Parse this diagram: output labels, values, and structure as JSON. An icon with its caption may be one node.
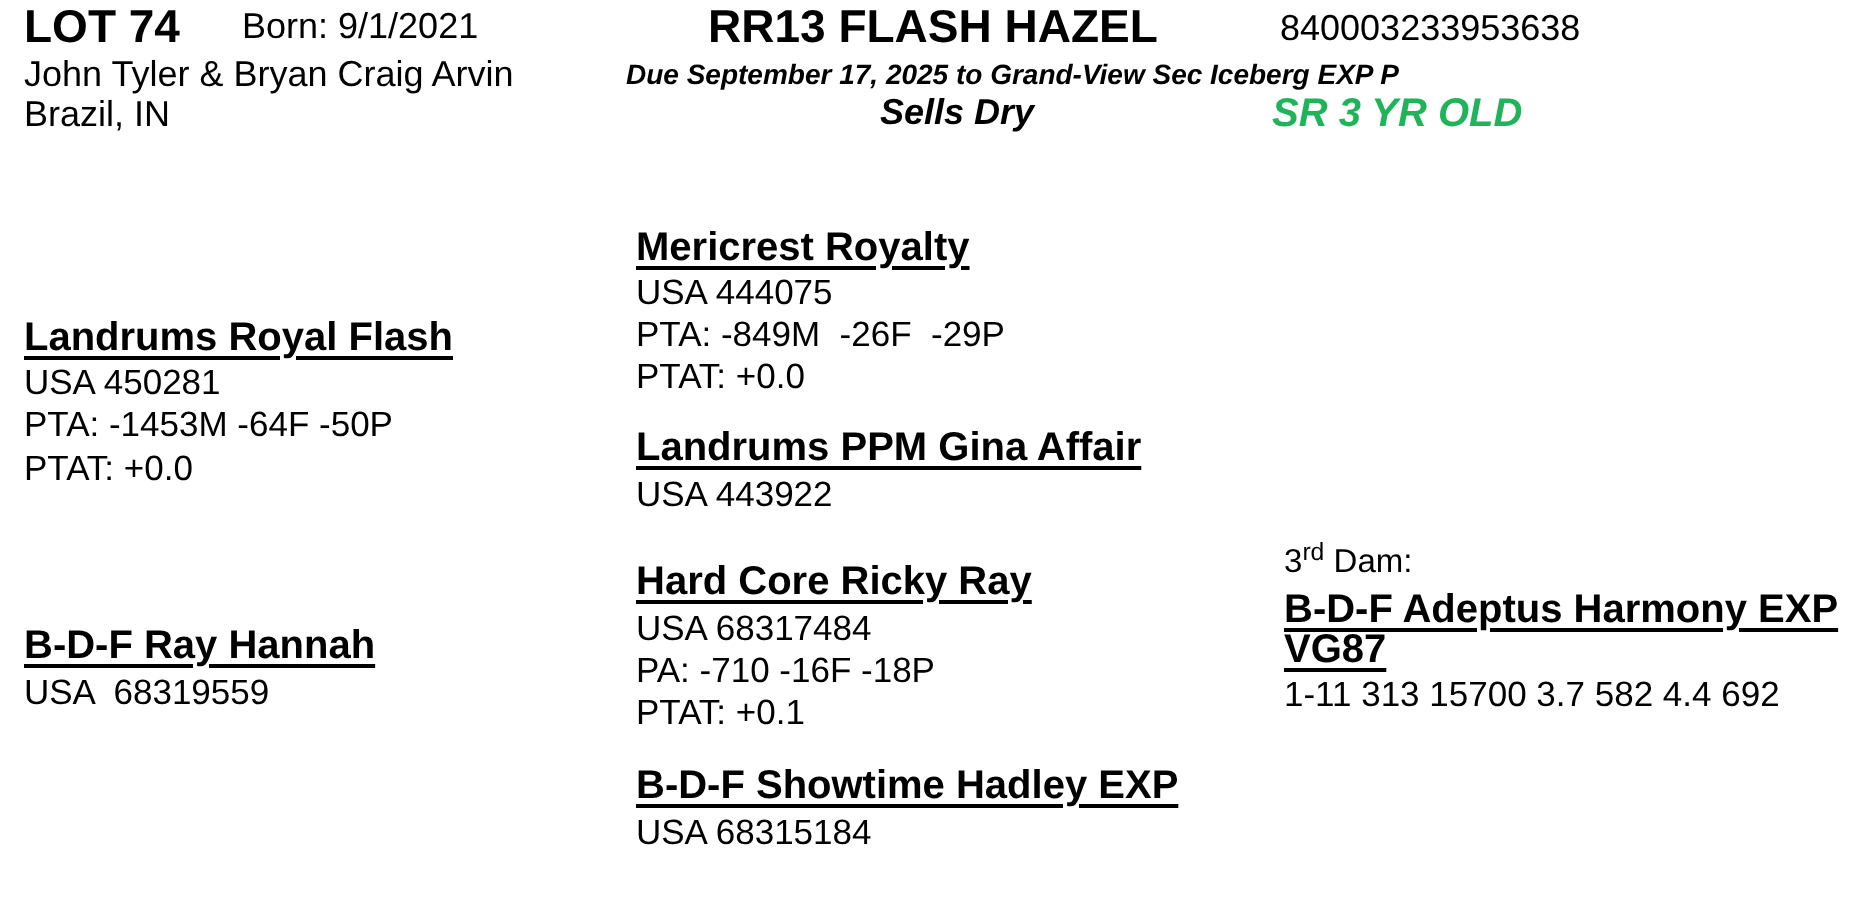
{
  "diagram": {
    "title": "RR13 FLASH HAZEL",
    "labels": [
      "LOT 74",
      "Born: 9/1/2021",
      "840003233953638",
      "John Tyler & Bryan Craig Arvin",
      "Due September 17, 2025 to Grand-View Sec Iceberg EXP P",
      "Brazil, IN",
      "Sells Dry",
      "SR 3 YR OLD",
      "Landrums Royal Flash",
      "USA 450281",
      "PTA: -1453M -64F -50P",
      "PTAT: +0.0",
      "B-D-F Ray Hannah",
      "USA  68319559",
      "Mericrest Royalty",
      "USA 444075",
      "PTA: -849M  -26F  -29P",
      "PTAT: +0.0",
      "Landrums PPM Gina Affair",
      "USA 443922",
      "Hard Core Ricky Ray",
      "USA 68317484",
      "PA: -710 -16F -18P",
      "PTAT: +0.1",
      "B-D-F Showtime Hadley EXP",
      "USA 68315184",
      "3$^{rd}$ Dam:",
      "B-D-F Adeptus Harmony EXP VG87",
      "1-11 313 15700 3.7 582 4.4 692"
    ]
  }
}
